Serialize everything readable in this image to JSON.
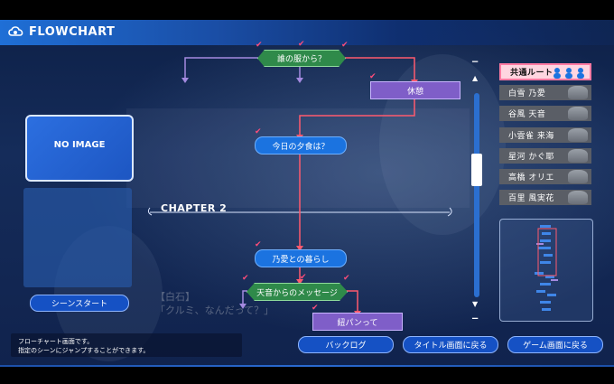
{
  "header": {
    "title": "FLOWCHART"
  },
  "flowchart": {
    "nodes": {
      "q1": "誰の服から？",
      "rest": "休憩",
      "q2": "今日の夕食は？",
      "life": "乃愛との暮らし",
      "msg": "天音からのメッセージ",
      "pants": "紐パンって"
    },
    "chapter": "CHAPTER 2"
  },
  "left_panel": {
    "no_image": "NO IMAGE",
    "scene_start": "シーンスタート"
  },
  "ghost_text": {
    "speaker": "【白石】",
    "line": "「クルミ、なんだって？」"
  },
  "info": {
    "line1": "フローチャート画面です。",
    "line2": "指定のシーンにジャンプすることができます。"
  },
  "routes": {
    "items": [
      {
        "label": "共通ルート"
      },
      {
        "label": "白雪 乃愛"
      },
      {
        "label": "谷風 天音"
      },
      {
        "label": "小雲雀 来海"
      },
      {
        "label": "星河 かぐ耶"
      },
      {
        "label": "高橋 オリエ"
      },
      {
        "label": "百里 風実花"
      }
    ]
  },
  "buttons": {
    "backlog": "バックログ",
    "title": "タイトル画面に戻る",
    "game": "ゲーム画面に戻る"
  },
  "colors": {
    "accent_blue": "#1b73e0",
    "green_node": "#2f8a4a",
    "purple_node": "#7f5ec8",
    "red_line": "#ff5a6e",
    "purple_line": "#a48ae0",
    "check_pink": "#ff4d7a"
  },
  "icons": [
    "cloud-logo-icon",
    "check-icon",
    "scroll-top-icon",
    "scroll-up-icon",
    "scroll-down-icon",
    "scroll-bottom-icon",
    "character-face-icon"
  ]
}
